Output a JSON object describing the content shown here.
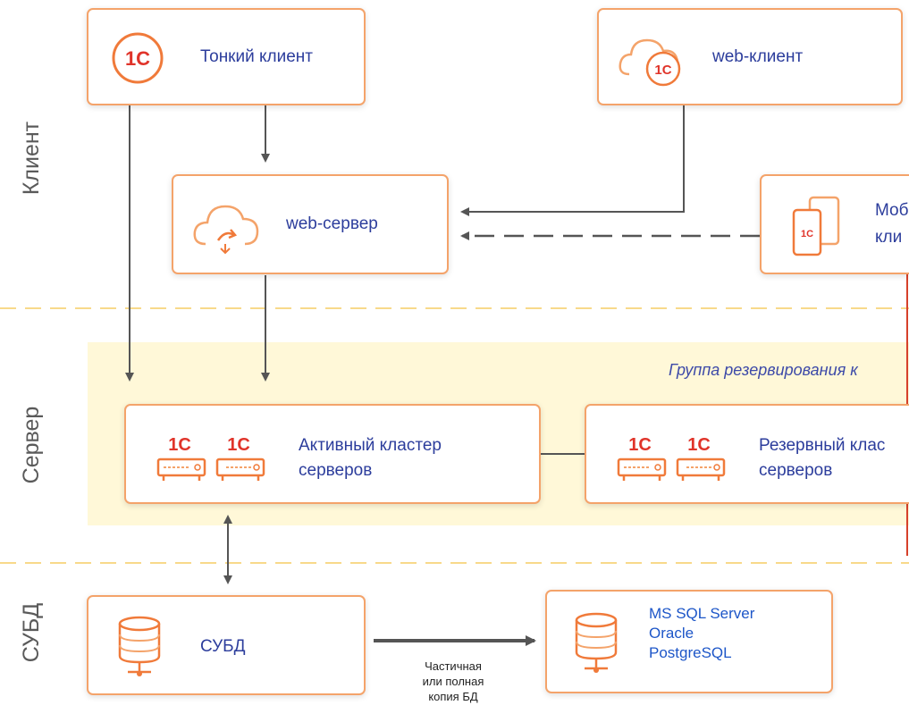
{
  "tiers": {
    "client": "Клиент",
    "server": "Сервер",
    "dbms": "СУБД"
  },
  "nodes": {
    "thin_client": "Тонкий клиент",
    "web_client": "web-клиент",
    "web_server": "web-сервер",
    "mobile_client_line1": "Моб",
    "mobile_client_line2": "кли",
    "active_cluster_line1": "Активный кластер",
    "active_cluster_line2": "серверов",
    "reserve_cluster_line1": "Резервный клас",
    "reserve_cluster_line2": "серверов",
    "dbms": "СУБД"
  },
  "group_label": "Группа резервирования к",
  "db_engines": [
    "MS SQL Server",
    "Oracle",
    "PostgreSQL"
  ],
  "copy_label": [
    "Частичная",
    "или полная",
    "копия БД"
  ],
  "colors": {
    "accent": "#f4a36a",
    "accent_deep": "#f07a3a",
    "label": "#2c3d9c",
    "zone": "#fff8d8",
    "divider": "#f8d98a",
    "arrow": "#555555"
  }
}
